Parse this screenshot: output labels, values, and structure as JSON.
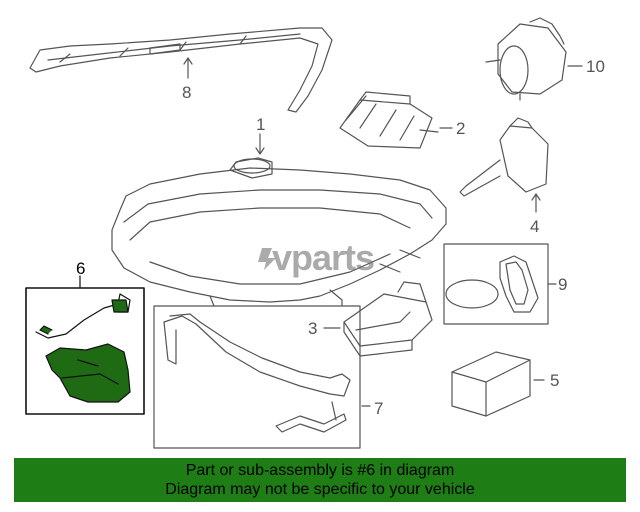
{
  "diagram": {
    "callouts": {
      "c1": "1",
      "c2": "2",
      "c3": "3",
      "c4": "4",
      "c5": "5",
      "c6": "6",
      "c7": "7",
      "c8": "8",
      "c9": "9",
      "c10": "10"
    },
    "watermark": "vparts",
    "colors": {
      "line": "#555555",
      "highlight_fill": "#1e6b14",
      "banner": "#1e7d14"
    }
  },
  "banner": {
    "line1": "Part or sub-assembly is #6 in diagram",
    "line2": "Diagram may not be specific to your vehicle"
  }
}
